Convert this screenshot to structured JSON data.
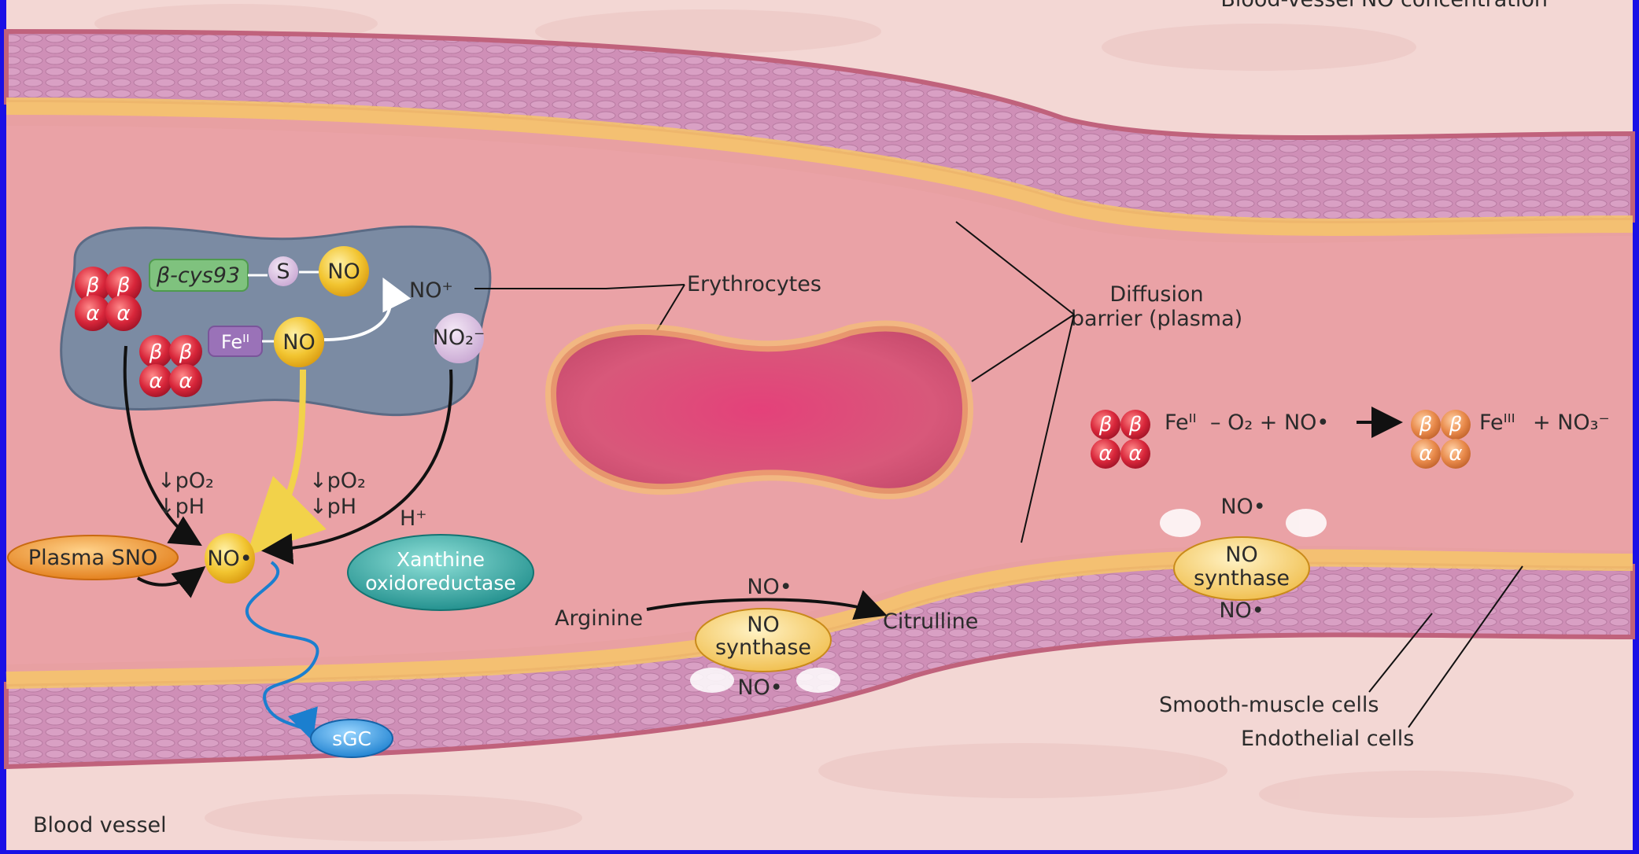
{
  "header": {
    "title": "Blood-vessel NO concentration"
  },
  "labels": {
    "blood_vessel": "Blood vessel",
    "erythrocytes": "Erythrocytes",
    "diffusion_line1": "Diffusion",
    "diffusion_line2": "barrier (plasma)",
    "smooth_muscle": "Smooth-muscle cells",
    "endothelial": "Endothelial cells",
    "arginine": "Arginine",
    "citrulline": "Citrulline",
    "plasma_sno": "Plasma SNO",
    "xanthine_line1": "Xanthine",
    "xanthine_line2": "oxidoreductase",
    "sgc": "sGC",
    "h_plus": "H⁺",
    "no_radical": "NO•",
    "no": "NO",
    "no_plus": "NO⁺",
    "no2_minus": "NO₂⁻",
    "beta_cys93": "β-cys93",
    "s": "S",
    "fe2": "Feᴵᴵ",
    "fe3": "Feᴵᴵᴵ",
    "po2": "↓pO₂",
    "ph": "↓pH",
    "nos_line1": "NO",
    "nos_line2": "synthase",
    "reaction_mid": "– O₂ + NO•",
    "reaction_right": "+ NO₃⁻",
    "beta": "β",
    "alpha": "α"
  },
  "colors": {
    "frame": "#1a10e6",
    "lumen": "#e8a0a2",
    "wall": "#cf8fb7",
    "tissue": "#f3d7d4",
    "endothelium": "#f6c56a",
    "rbc_cell": "#7b8ba3",
    "erythrocyte": "#d8587a",
    "no_yellow": "#f2c531",
    "heme_red": "#d8263a",
    "heme_orange": "#e8894a",
    "sno_orange": "#f09a2a",
    "xanthine_teal": "#2aa4a0",
    "sgc_blue": "#2d9be3"
  }
}
